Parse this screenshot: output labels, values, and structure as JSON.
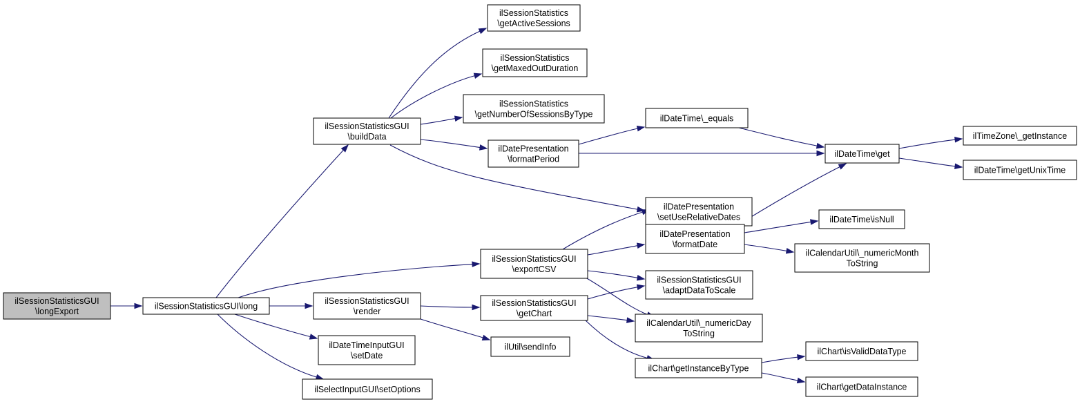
{
  "diagram": {
    "type": "call-graph",
    "colors": {
      "edge": "#191970",
      "root_fill": "#bfbfbf",
      "node_fill": "#ffffff",
      "border": "#000000"
    },
    "nodes": [
      {
        "id": "longExport",
        "lines": [
          "ilSessionStatisticsGUI",
          "\\longExport"
        ],
        "root": true
      },
      {
        "id": "long",
        "lines": [
          "ilSessionStatisticsGUI\\long"
        ]
      },
      {
        "id": "buildData",
        "lines": [
          "ilSessionStatisticsGUI",
          "\\buildData"
        ]
      },
      {
        "id": "render",
        "lines": [
          "ilSessionStatisticsGUI",
          "\\render"
        ]
      },
      {
        "id": "setDate",
        "lines": [
          "ilDateTimeInputGUI",
          "\\setDate"
        ]
      },
      {
        "id": "setOptions",
        "lines": [
          "ilSelectInputGUI\\setOptions"
        ]
      },
      {
        "id": "getActiveSessions",
        "lines": [
          "ilSessionStatistics",
          "\\getActiveSessions"
        ]
      },
      {
        "id": "getMaxedOutDuration",
        "lines": [
          "ilSessionStatistics",
          "\\getMaxedOutDuration"
        ]
      },
      {
        "id": "getNumberOfSessionsByType",
        "lines": [
          "ilSessionStatistics",
          "\\getNumberOfSessionsByType"
        ]
      },
      {
        "id": "formatPeriod",
        "lines": [
          "ilDatePresentation",
          "\\formatPeriod"
        ]
      },
      {
        "id": "exportCSV",
        "lines": [
          "ilSessionStatisticsGUI",
          "\\exportCSV"
        ]
      },
      {
        "id": "getChart",
        "lines": [
          "ilSessionStatisticsGUI",
          "\\getChart"
        ]
      },
      {
        "id": "sendInfo",
        "lines": [
          "ilUtil\\sendInfo"
        ]
      },
      {
        "id": "equals",
        "lines": [
          "ilDateTime\\_equals"
        ]
      },
      {
        "id": "setUseRelativeDates",
        "lines": [
          "ilDatePresentation",
          "\\setUseRelativeDates"
        ]
      },
      {
        "id": "formatDate",
        "lines": [
          "ilDatePresentation",
          "\\formatDate"
        ]
      },
      {
        "id": "adaptDataToScale",
        "lines": [
          "ilSessionStatisticsGUI",
          "\\adaptDataToScale"
        ]
      },
      {
        "id": "numericDayToString",
        "lines": [
          "ilCalendarUtil\\_numericDay",
          "ToString"
        ]
      },
      {
        "id": "getInstanceByType",
        "lines": [
          "ilChart\\getInstanceByType"
        ]
      },
      {
        "id": "get",
        "lines": [
          "ilDateTime\\get"
        ]
      },
      {
        "id": "isNull",
        "lines": [
          "ilDateTime\\isNull"
        ]
      },
      {
        "id": "numericMonthToString",
        "lines": [
          "ilCalendarUtil\\_numericMonth",
          "ToString"
        ]
      },
      {
        "id": "isValidDataType",
        "lines": [
          "ilChart\\isValidDataType"
        ]
      },
      {
        "id": "getDataInstance",
        "lines": [
          "ilChart\\getDataInstance"
        ]
      },
      {
        "id": "getInstance",
        "lines": [
          "ilTimeZone\\_getInstance"
        ]
      },
      {
        "id": "getUnixTime",
        "lines": [
          "ilDateTime\\getUnixTime"
        ]
      }
    ],
    "edges": [
      [
        "longExport",
        "long"
      ],
      [
        "long",
        "buildData"
      ],
      [
        "long",
        "exportCSV"
      ],
      [
        "long",
        "render"
      ],
      [
        "long",
        "setDate"
      ],
      [
        "long",
        "setOptions"
      ],
      [
        "buildData",
        "getActiveSessions"
      ],
      [
        "buildData",
        "getMaxedOutDuration"
      ],
      [
        "buildData",
        "getNumberOfSessionsByType"
      ],
      [
        "buildData",
        "formatPeriod"
      ],
      [
        "buildData",
        "setUseRelativeDates"
      ],
      [
        "formatPeriod",
        "equals"
      ],
      [
        "formatPeriod",
        "get"
      ],
      [
        "equals",
        "get"
      ],
      [
        "get",
        "getInstance"
      ],
      [
        "get",
        "getUnixTime"
      ],
      [
        "exportCSV",
        "setUseRelativeDates"
      ],
      [
        "exportCSV",
        "formatDate"
      ],
      [
        "exportCSV",
        "adaptDataToScale"
      ],
      [
        "exportCSV",
        "numericDayToString"
      ],
      [
        "formatDate",
        "get"
      ],
      [
        "formatDate",
        "isNull"
      ],
      [
        "formatDate",
        "numericMonthToString"
      ],
      [
        "render",
        "getChart"
      ],
      [
        "render",
        "sendInfo"
      ],
      [
        "getChart",
        "adaptDataToScale"
      ],
      [
        "getChart",
        "numericDayToString"
      ],
      [
        "getChart",
        "getInstanceByType"
      ],
      [
        "getInstanceByType",
        "isValidDataType"
      ],
      [
        "getInstanceByType",
        "getDataInstance"
      ]
    ]
  }
}
